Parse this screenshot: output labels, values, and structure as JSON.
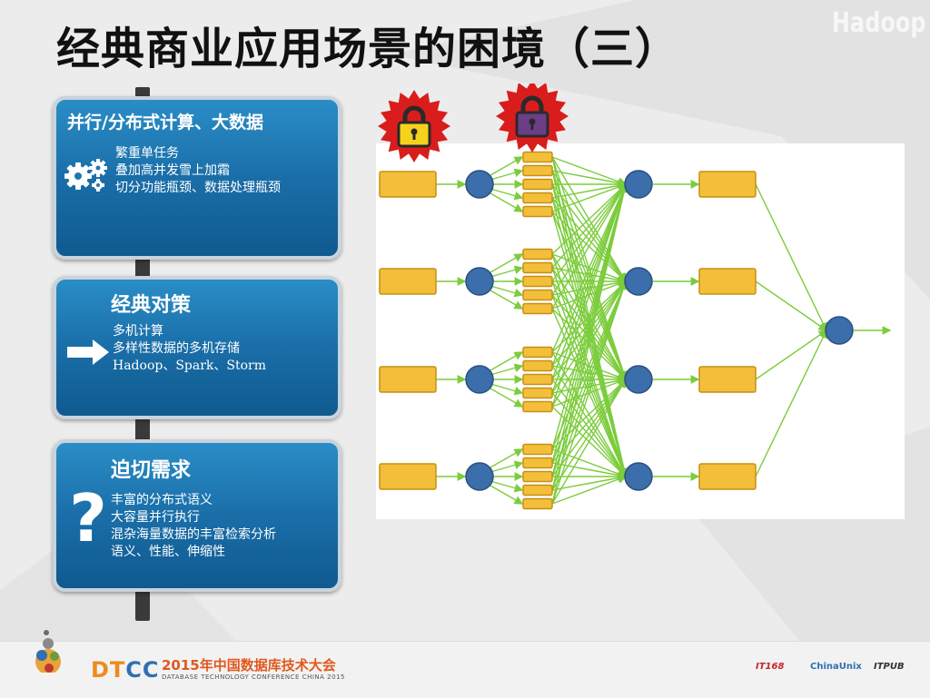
{
  "slide": {
    "title": "经典商业应用场景的困境（三）",
    "watermark": "Hadoop"
  },
  "signs": [
    {
      "title": "并行/分布式计算、大数据",
      "icon": "gears-icon",
      "lines": [
        "繁重单任务",
        "叠加高并发雪上加霜",
        "切分功能瓶颈、数据处理瓶颈"
      ]
    },
    {
      "title": "经典对策",
      "icon": "arrow-right-icon",
      "lines": [
        "多机计算",
        "多样性数据的多机存储",
        "Hadoop、Spark、Storm"
      ]
    },
    {
      "title": "迫切需求",
      "icon": "question-mark-icon",
      "lines": [
        "丰富的分布式语义",
        "大容量并行执行",
        "混杂海量数据的丰富检索分析",
        "语义、性能、伸缩性"
      ]
    }
  ],
  "diagram": {
    "locks": [
      {
        "name": "yellow-lock-icon",
        "color": "#f5d31a"
      },
      {
        "name": "purple-lock-icon",
        "color": "#6a3f86"
      }
    ],
    "rows": 4,
    "stack_size": 5,
    "colors": {
      "box": "#f3bf3a",
      "box_border": "#c88f12",
      "node": "#3b6eaa",
      "node_border": "#2a4f80",
      "arrow": "#7ccc3c",
      "seal": "#d91d1d"
    }
  },
  "footer": {
    "logo_dt": "DT",
    "logo_cc": "CC",
    "conference_cn": "2015年中国数据库技术大会",
    "conference_en": "DATABASE TECHNOLOGY CONFERENCE CHINA 2015",
    "sponsors": [
      "IT168",
      "ChinaUnix",
      "ITPUB"
    ]
  }
}
